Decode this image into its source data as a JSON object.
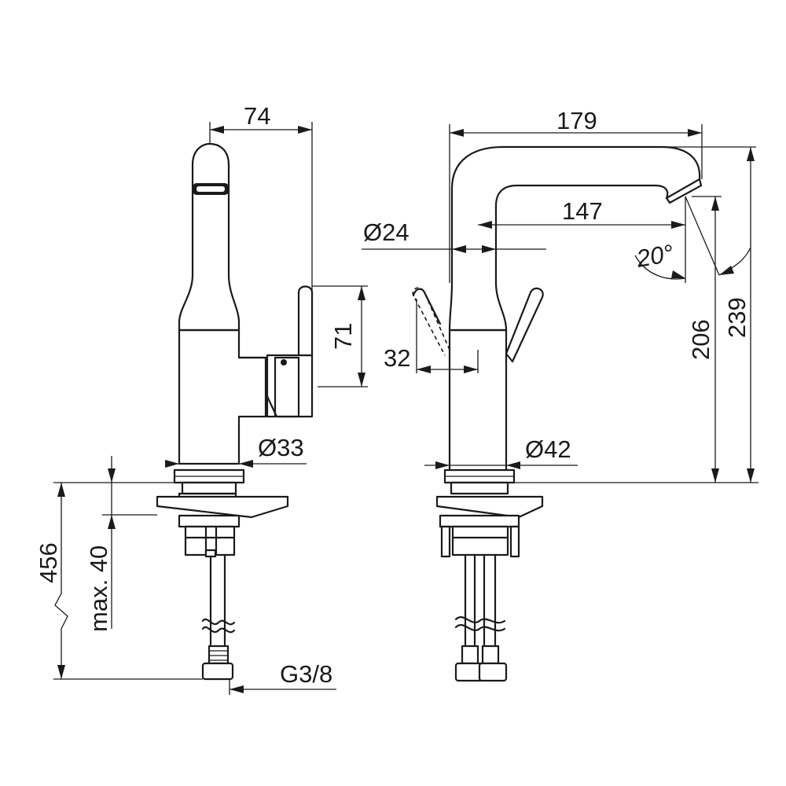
{
  "dimensions": {
    "width_side": "74",
    "height_lever": "71",
    "dia_body_side": "Ø33",
    "total_length": "456",
    "max_thickness": "max. 40",
    "thread": "G3/8",
    "spout_reach": "179",
    "reach_inner": "147",
    "dia_spout": "Ø24",
    "angle": "20°",
    "lever_offset": "32",
    "dia_base": "Ø42",
    "height_outlet": "206",
    "height_total": "239"
  },
  "colors": {
    "line": "#1a1a1a",
    "background": "#ffffff"
  }
}
